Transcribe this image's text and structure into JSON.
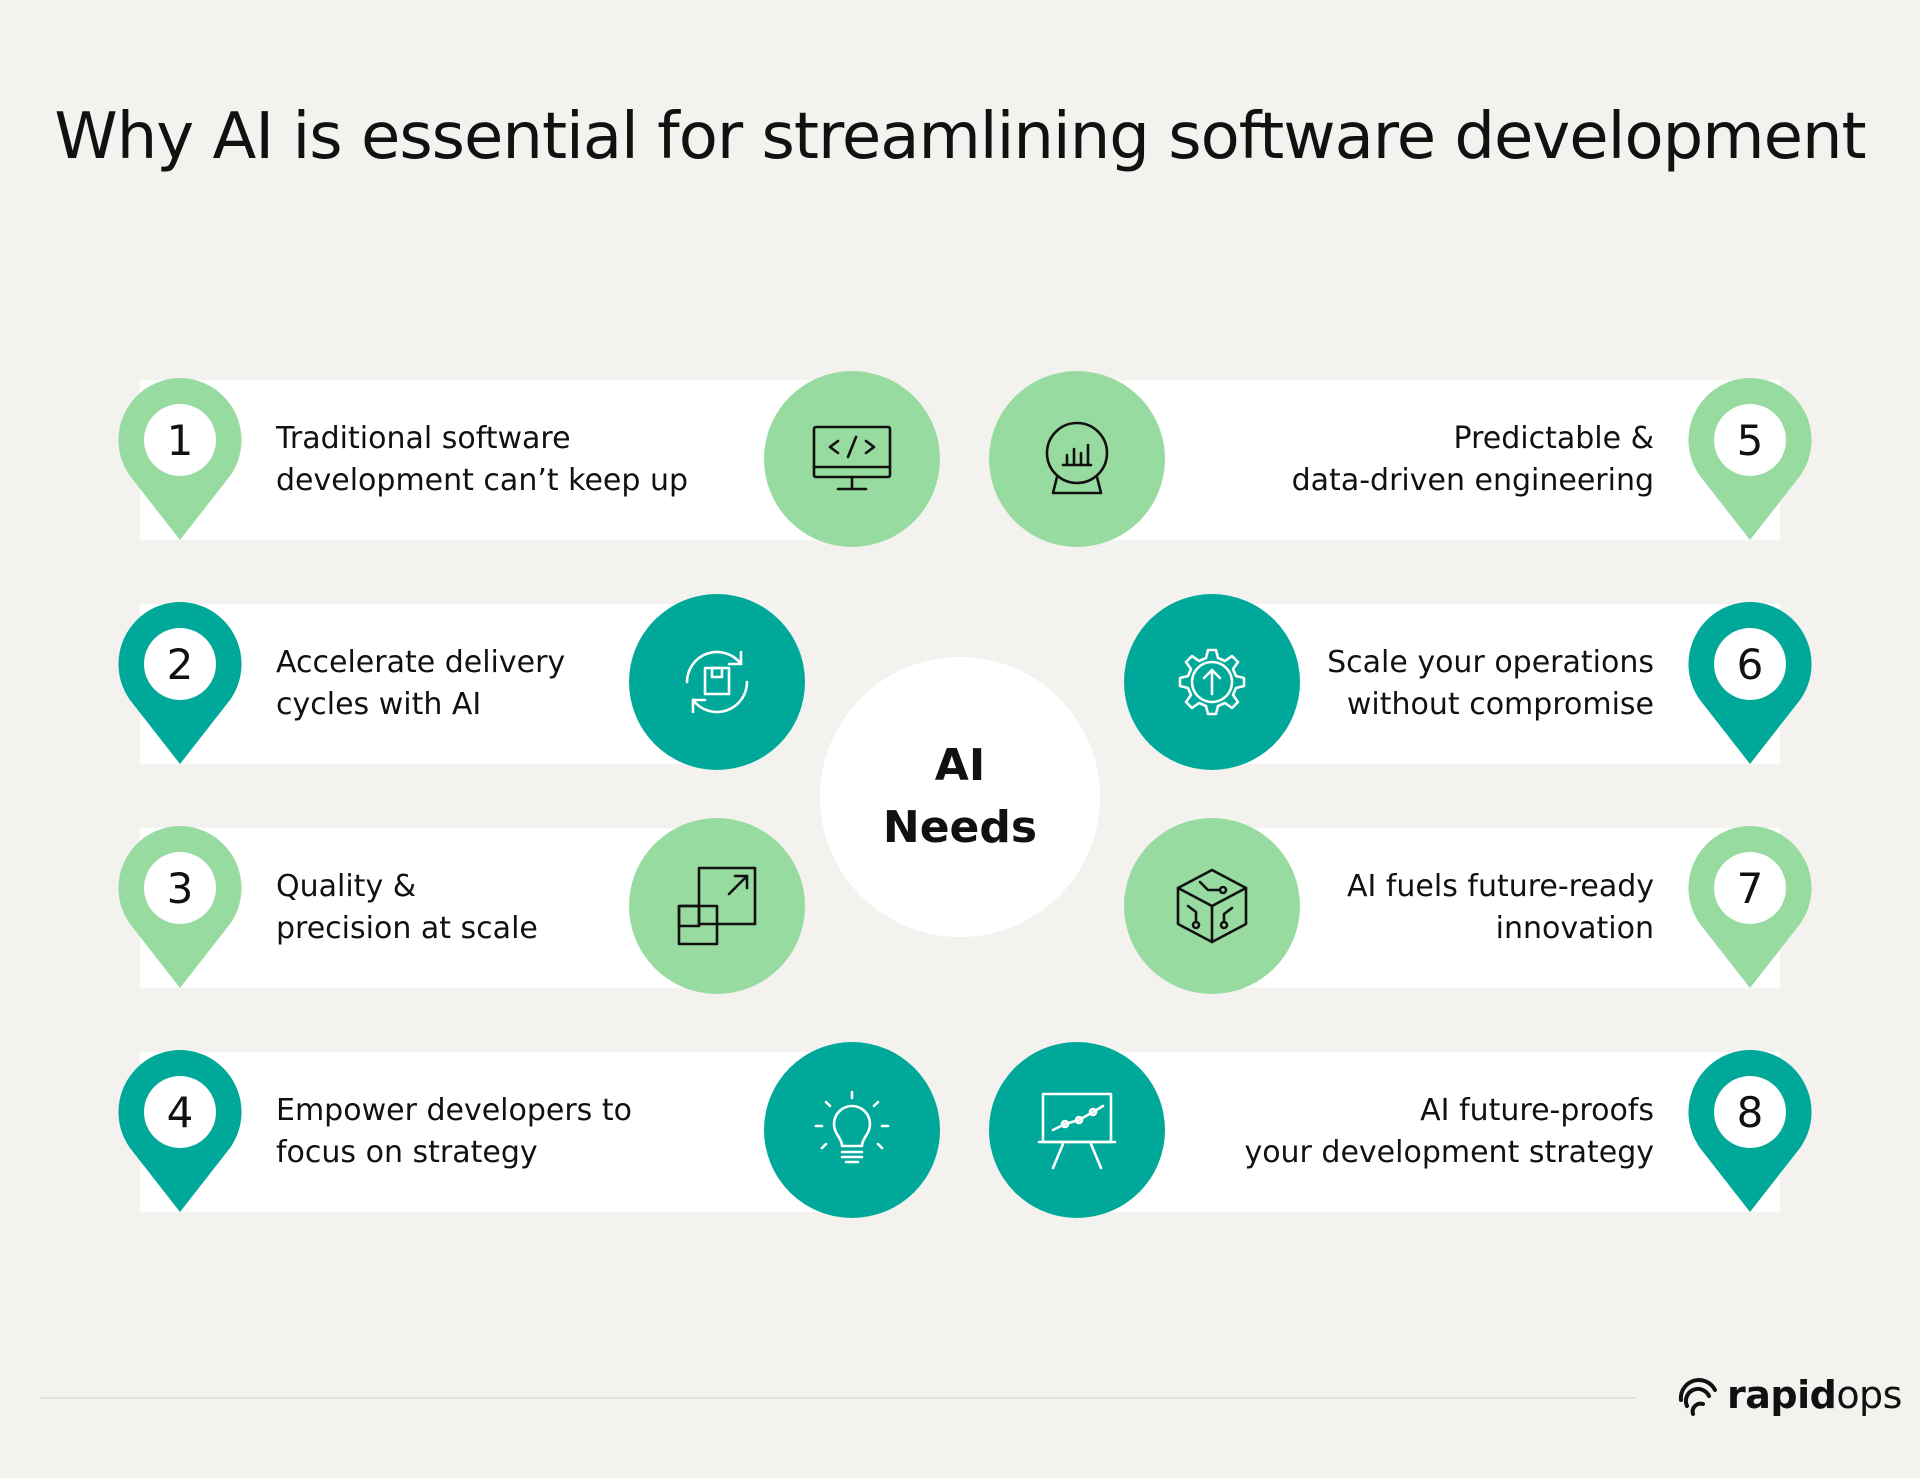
{
  "title": "Why AI is essential for streamlining software development",
  "center": {
    "line1": "AI",
    "line2": "Needs"
  },
  "colors": {
    "light": "#98dba0",
    "dark": "#00a89a",
    "background": "#f3f2ef"
  },
  "items": [
    {
      "number": "1",
      "line1": "Traditional software",
      "line2": "development can’t keep up",
      "icon": "code-monitor-icon"
    },
    {
      "number": "2",
      "line1": "Accelerate delivery",
      "line2": "cycles with AI",
      "icon": "sync-package-icon"
    },
    {
      "number": "3",
      "line1": "Quality &",
      "line2": "precision at scale",
      "icon": "scale-up-squares-icon"
    },
    {
      "number": "4",
      "line1": "Empower developers to",
      "line2": "focus on strategy",
      "icon": "lightbulb-icon"
    },
    {
      "number": "5",
      "line1": "Predictable &",
      "line2": "data-driven engineering",
      "icon": "crystal-ball-chart-icon"
    },
    {
      "number": "6",
      "line1": "Scale your operations",
      "line2": "without compromise",
      "icon": "gear-arrow-up-icon"
    },
    {
      "number": "7",
      "line1": "AI fuels future-ready",
      "line2": "innovation",
      "icon": "circuit-cube-icon"
    },
    {
      "number": "8",
      "line1": "AI future-proofs",
      "line2": "your development strategy",
      "icon": "presentation-board-icon"
    }
  ],
  "logo": {
    "bold": "rapid",
    "light": "ops"
  }
}
